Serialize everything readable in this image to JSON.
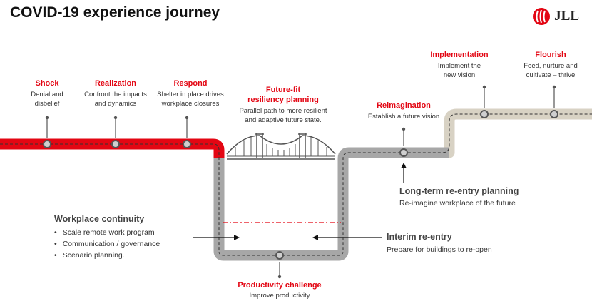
{
  "title": "COVID-19 experience journey",
  "logo": {
    "text": "JLL"
  },
  "stages": {
    "shock": {
      "title": "Shock",
      "desc": [
        "Denial and",
        "disbelief"
      ]
    },
    "realization": {
      "title": "Realization",
      "desc": [
        "Confront the impacts",
        "and dynamics"
      ]
    },
    "respond": {
      "title": "Respond",
      "desc": [
        "Shelter in place drives",
        "workplace closures"
      ]
    },
    "future_fit": {
      "title": [
        "Future-fit",
        "resiliency planning"
      ],
      "desc": [
        "Parallel path to more resilient",
        "and adaptive future state."
      ]
    },
    "reimagination": {
      "title": "Reimagination",
      "desc": [
        "Establish a future vision"
      ]
    },
    "implementation": {
      "title": "Implementation",
      "desc": [
        "Implement the",
        "new vision"
      ]
    },
    "flourish": {
      "title": "Flourish",
      "desc": [
        "Feed, nurture and",
        "cultivate – thrive"
      ]
    },
    "productivity": {
      "title": "Productivity challenge",
      "desc": [
        "Improve productivity"
      ]
    }
  },
  "workplace_continuity": {
    "title": "Workplace continuity",
    "items": [
      "Scale remote work program",
      "Communication / governance",
      "Scenario planning."
    ]
  },
  "interim_reentry": {
    "title": "Interim re-entry",
    "desc": "Prepare for buildings to re-open"
  },
  "long_term": {
    "title": "Long-term re-entry planning",
    "desc": "Re-imagine workplace of the future"
  },
  "colors": {
    "red": "#e30613",
    "grey": "#a7a7a7",
    "beige": "#d8d2c4",
    "dark": "#555555"
  }
}
